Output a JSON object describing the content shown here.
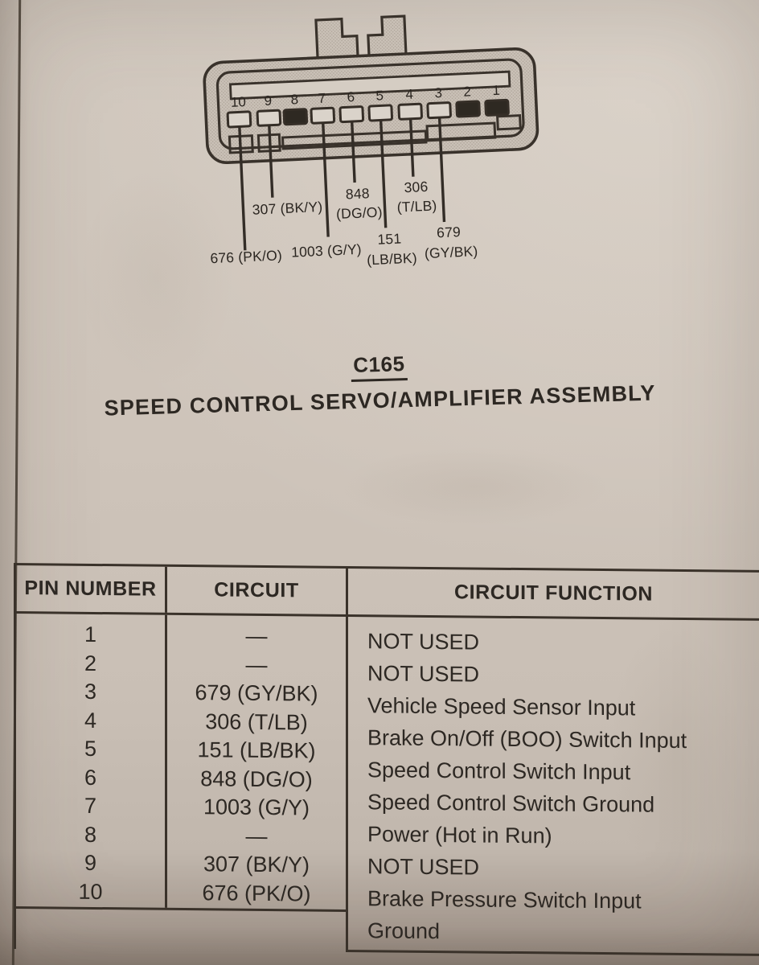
{
  "colors": {
    "paper": "#cdc3b9",
    "ink": "#2d2823",
    "line": "#3a322a"
  },
  "connector": {
    "id": "C165",
    "name": "SPEED CONTROL SERVO/AMPLIFIER ASSEMBLY",
    "pin_numbers": [
      "10",
      "9",
      "8",
      "7",
      "6",
      "5",
      "4",
      "3",
      "2",
      "1"
    ],
    "blocked_pins": [
      "8",
      "2",
      "1"
    ],
    "wire_labels": [
      {
        "pin": "9",
        "line1": "307 (BK/Y)"
      },
      {
        "pin": "6",
        "line1": "848",
        "line2": "(DG/O)"
      },
      {
        "pin": "4",
        "line1": "306",
        "line2": "(T/LB)"
      },
      {
        "pin": "10",
        "line1": "676 (PK/O)"
      },
      {
        "pin": "7",
        "line1": "1003 (G/Y)"
      },
      {
        "pin": "5",
        "line1": "151",
        "line2": "(LB/BK)"
      },
      {
        "pin": "3",
        "line1": "679",
        "line2": "(GY/BK)"
      }
    ]
  },
  "table": {
    "headers": [
      "PIN NUMBER",
      "CIRCUIT",
      "CIRCUIT FUNCTION"
    ],
    "rows": [
      {
        "pin": "1",
        "circuit": "—",
        "function": "NOT USED"
      },
      {
        "pin": "2",
        "circuit": "—",
        "function": "NOT USED"
      },
      {
        "pin": "3",
        "circuit": "679 (GY/BK)",
        "function": "Vehicle Speed Sensor Input"
      },
      {
        "pin": "4",
        "circuit": "306 (T/LB)",
        "function": "Brake On/Off (BOO) Switch Input"
      },
      {
        "pin": "5",
        "circuit": "151 (LB/BK)",
        "function": "Speed Control Switch Input"
      },
      {
        "pin": "6",
        "circuit": "848 (DG/O)",
        "function": "Speed Control Switch Ground"
      },
      {
        "pin": "7",
        "circuit": "1003 (G/Y)",
        "function": "Power (Hot in Run)"
      },
      {
        "pin": "8",
        "circuit": "—",
        "function": "NOT USED"
      },
      {
        "pin": "9",
        "circuit": "307 (BK/Y)",
        "function": "Brake Pressure Switch Input"
      },
      {
        "pin": "10",
        "circuit": "676 (PK/O)",
        "function": "Ground"
      }
    ]
  }
}
